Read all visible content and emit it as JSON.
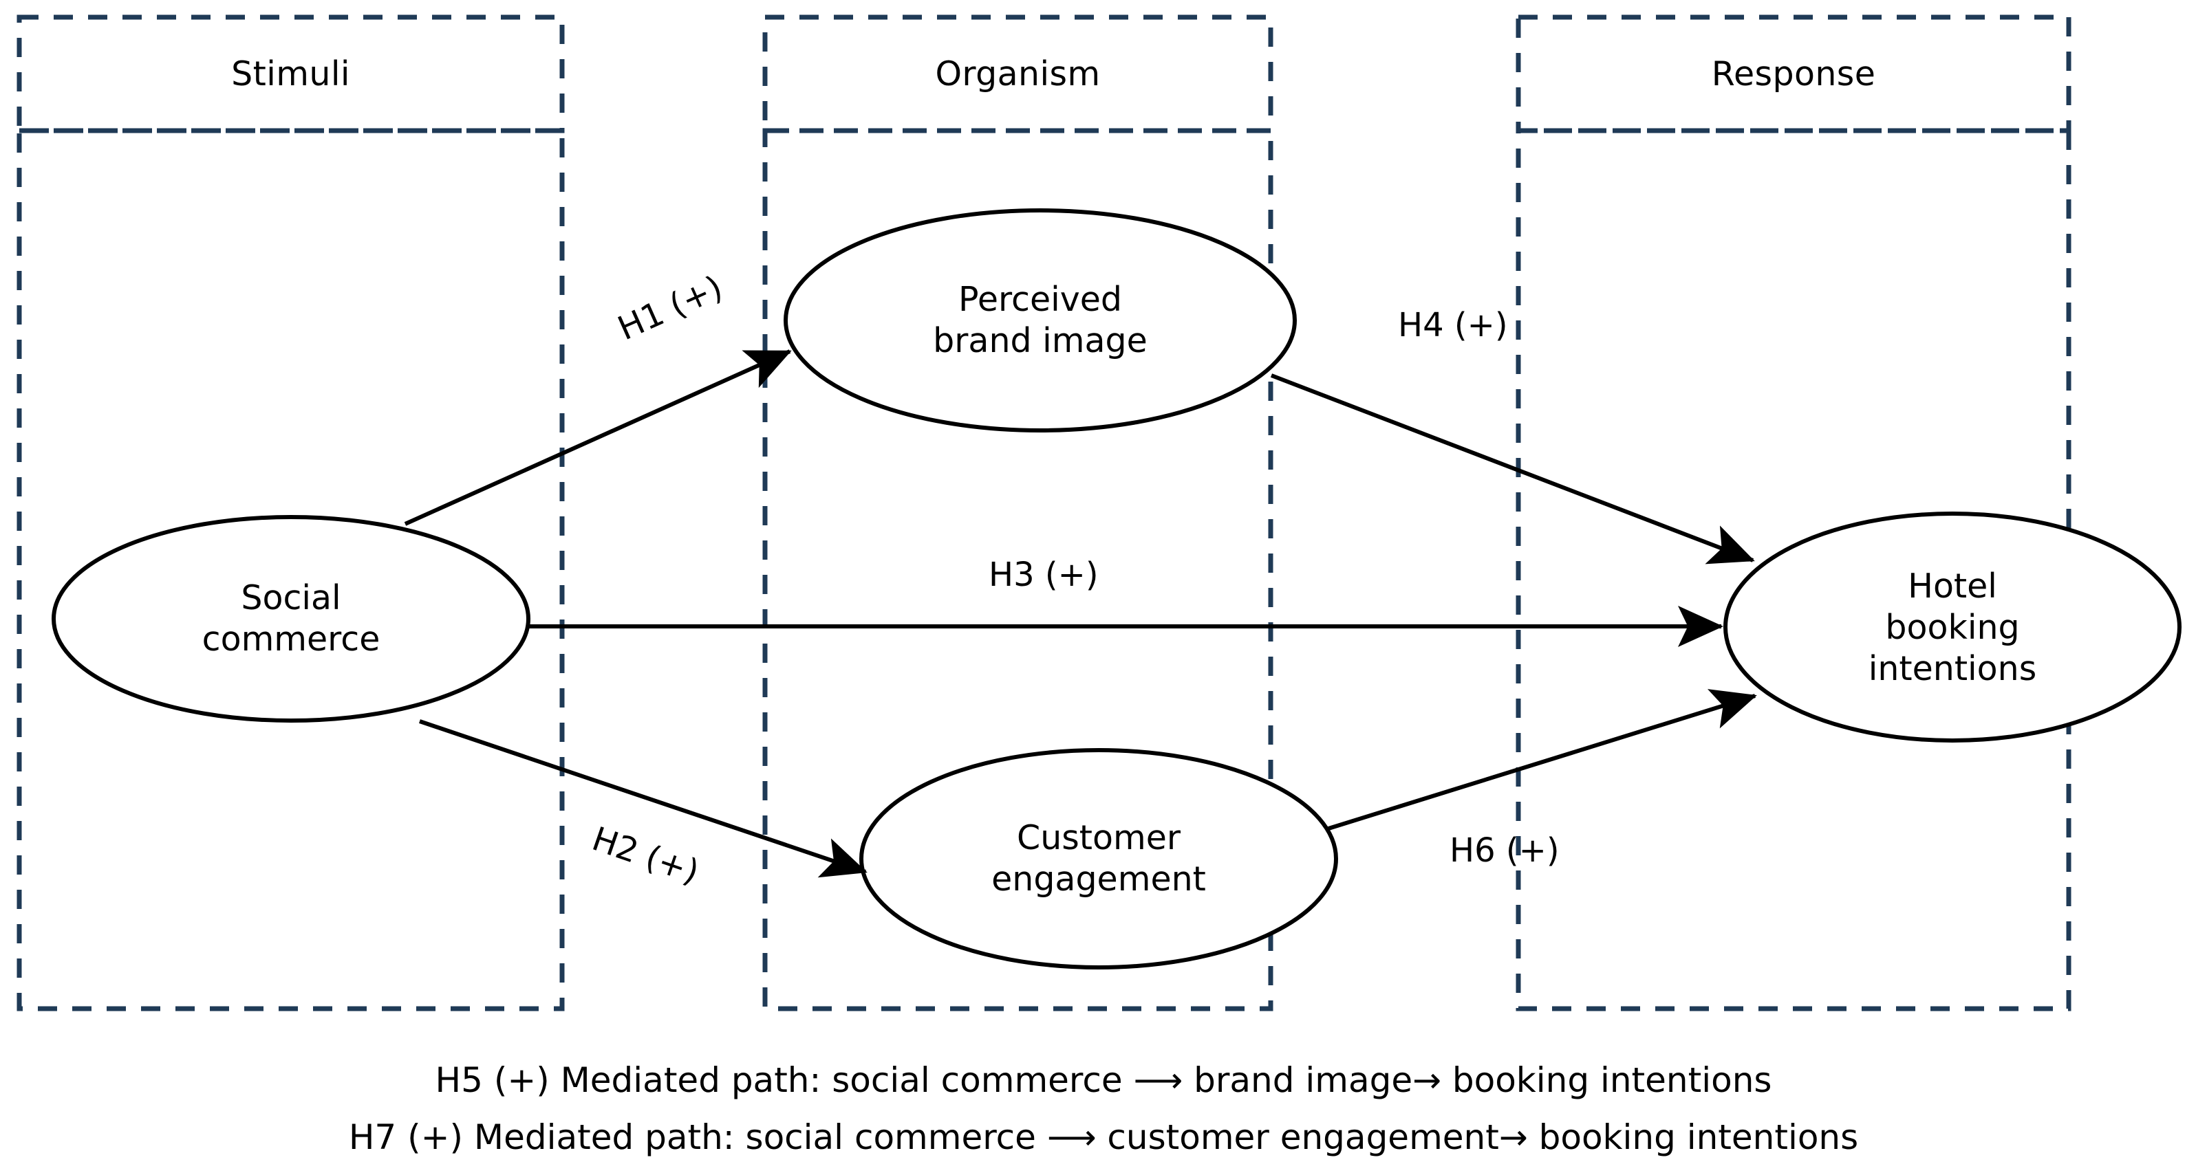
{
  "figure": {
    "type": "conceptual-model-diagram",
    "framework": "Stimulus-Organism-Response (S-O-R)"
  },
  "columns": [
    {
      "id": "stimuli",
      "label": "Stimuli"
    },
    {
      "id": "organism",
      "label": "Organism"
    },
    {
      "id": "response",
      "label": "Response"
    }
  ],
  "nodes": [
    {
      "id": "social-commerce",
      "column": "stimuli",
      "line1": "Social",
      "line2": "commerce",
      "line3": ""
    },
    {
      "id": "brand-image",
      "column": "organism",
      "line1": "Perceived",
      "line2": "brand image",
      "line3": ""
    },
    {
      "id": "customer-engagement",
      "column": "organism",
      "line1": "Customer",
      "line2": "engagement",
      "line3": ""
    },
    {
      "id": "booking-intentions",
      "column": "response",
      "line1": "Hotel",
      "line2": "booking",
      "line3": "intentions"
    }
  ],
  "paths": [
    {
      "id": "h1",
      "label": "H1 (+)",
      "from": "social-commerce",
      "to": "brand-image",
      "sign": "+"
    },
    {
      "id": "h2",
      "label": "H2 (+)",
      "from": "social-commerce",
      "to": "customer-engagement",
      "sign": "+"
    },
    {
      "id": "h3",
      "label": "H3 (+)",
      "from": "social-commerce",
      "to": "booking-intentions",
      "sign": "+"
    },
    {
      "id": "h4",
      "label": "H4 (+)",
      "from": "brand-image",
      "to": "booking-intentions",
      "sign": "+"
    },
    {
      "id": "h6",
      "label": "H6  (+)",
      "from": "customer-engagement",
      "to": "booking-intentions",
      "sign": "+"
    }
  ],
  "captions": [
    {
      "id": "h5",
      "text": "H5 (+) Mediated path: social commerce ⟶ brand image→ booking intentions"
    },
    {
      "id": "h7",
      "text": "H7 (+) Mediated path: social commerce ⟶ customer engagement→ booking intentions"
    }
  ],
  "colors": {
    "dashed_border": "#1f3a56",
    "stroke": "#000000",
    "background": "#ffffff",
    "text": "#000000"
  }
}
